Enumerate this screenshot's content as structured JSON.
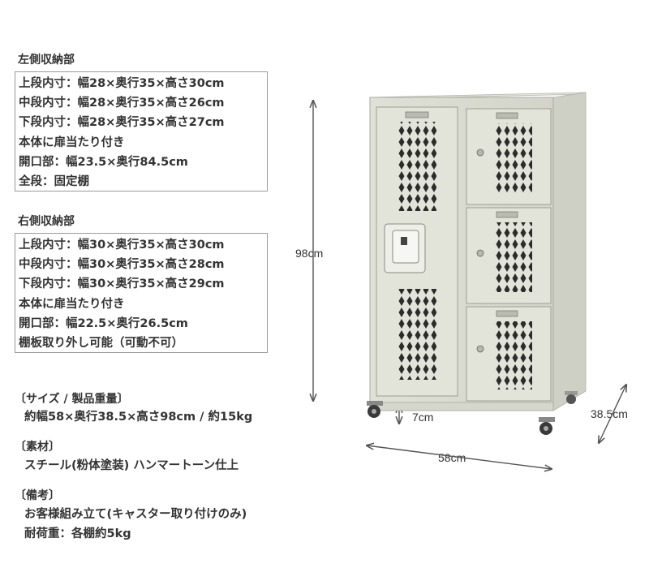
{
  "left_section": {
    "title": "左側収納部",
    "lines": [
      "上段内寸：幅28×奥行35×高さ30cm",
      "中段内寸：幅28×奥行35×高さ26cm",
      "下段内寸：幅28×奥行35×高さ27cm",
      "本体に扉当たり付き",
      "開口部：幅23.5×奥行84.5cm",
      "全段：固定棚"
    ]
  },
  "right_section": {
    "title": "右側収納部",
    "lines": [
      "上段内寸：幅30×奥行35×高さ30cm",
      "中段内寸：幅30×奥行35×高さ28cm",
      "下段内寸：幅30×奥行35×高さ29cm",
      "本体に扉当たり付き",
      "開口部：幅22.5×奥行26.5cm",
      "棚板取り外し可能（可動不可）"
    ]
  },
  "notes": {
    "size_head": "〔サイズ / 製品重量〕",
    "size_body": "約幅58×奥行38.5×高さ98cm / 約15kg",
    "material_head": "〔素材〕",
    "material_body": "スチール(粉体塗装) ハンマートーン仕上",
    "remarks_head": "〔備考〕",
    "remarks_body": [
      "お客様組み立て(キャスター取り付けのみ)",
      "耐荷重：各棚約5kg"
    ]
  },
  "dimensions": {
    "height": "98cm",
    "caster": "7cm",
    "width": "58cm",
    "depth": "38.5cm"
  },
  "colors": {
    "cabinet_body": "#dcddd2",
    "cabinet_side": "#cfd0c5",
    "cabinet_top": "#e6e7de",
    "door": "#e2e3d9",
    "perforation": "#2b2b2b",
    "arrow": "#555555",
    "text": "#333333"
  }
}
